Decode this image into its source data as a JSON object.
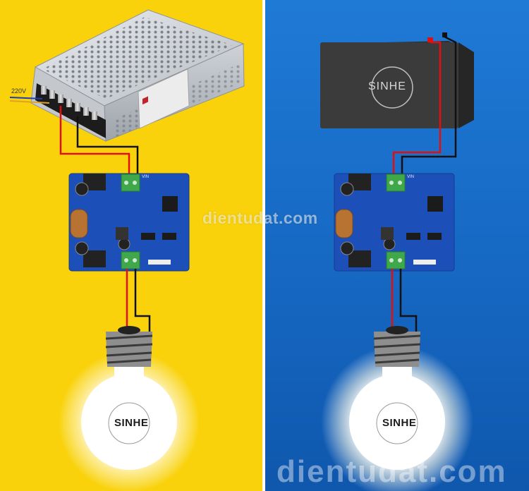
{
  "left_panel": {
    "ac_input_label": "220V",
    "bulb_label": "SINHE"
  },
  "right_panel": {
    "battery_label": "SINHE",
    "bulb_label": "SINHE"
  },
  "module": {
    "terminal_label": "VIN"
  },
  "watermarks": {
    "middle": "dientudat.com",
    "bottom": "dientudat.com"
  },
  "colors": {
    "left_background": "#f9d20b",
    "right_background": "#1a6fcc",
    "wire_positive": "#e01010",
    "wire_negative": "#111111",
    "pcb": "#1d4fb8",
    "terminal": "#3fa84a"
  }
}
